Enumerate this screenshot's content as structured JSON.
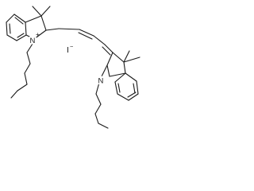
{
  "molecule": {
    "left_indole": {
      "nitrogen_label": "N",
      "charge_label": "+"
    },
    "right_indole": {
      "nitrogen_label": "N"
    },
    "counter_ion": {
      "element_label": "I",
      "charge_label": "−"
    }
  },
  "colors": {
    "bond": "#1a1a1a",
    "background": "#ffffff"
  }
}
